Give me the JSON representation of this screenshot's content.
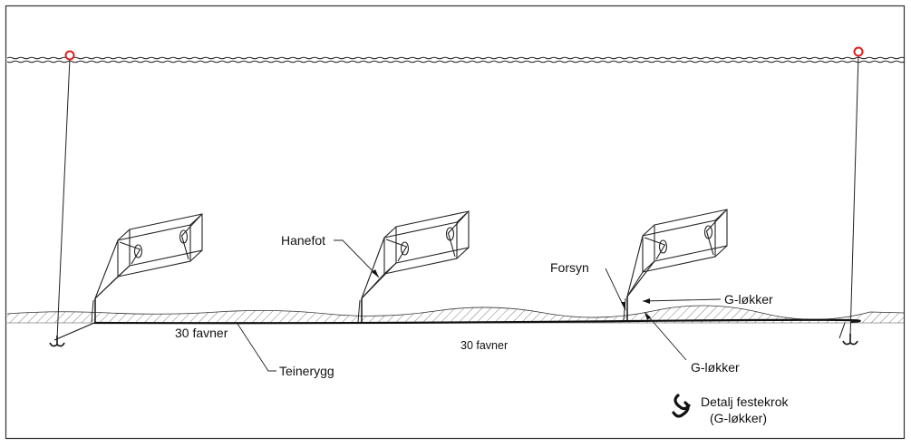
{
  "labels": {
    "hanefot": "Hanefot",
    "forsyn": "Forsyn",
    "g_lokker_upper": "G-løkker",
    "g_lokker_lower": "G-løkker",
    "favner_left": "30 favner",
    "favner_mid": "30 favner",
    "teinerygg": "Teinerygg",
    "detail_title": "Detalj festekrok",
    "detail_sub": "(G-løkker)"
  },
  "colors": {
    "line": "#1a1a1a",
    "buoy": "#e02020",
    "frame": "#333333",
    "background": "#ffffff"
  },
  "icons": {
    "buoy": "buoy-icon",
    "anchor": "anchor-hook-icon",
    "chain_link": "chain-link-icon"
  }
}
